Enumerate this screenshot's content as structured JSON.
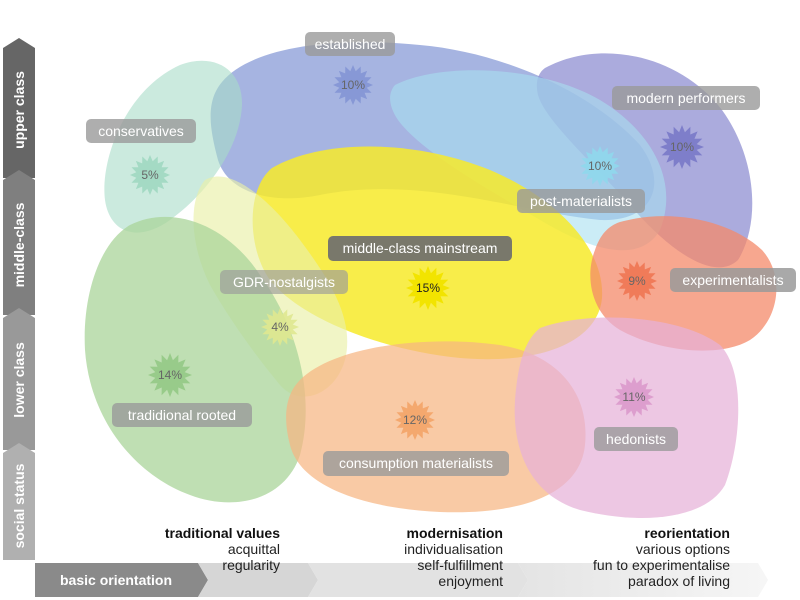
{
  "diagram": {
    "y_axis_levels": [
      {
        "label": "upper class"
      },
      {
        "label": "middle-class"
      },
      {
        "label": "lower class"
      },
      {
        "label": "social status"
      }
    ],
    "basic_orientation_label": "basic orientation",
    "orientations": [
      {
        "title": "traditional values",
        "lines": [
          "acquittal",
          "regularity"
        ]
      },
      {
        "title": "modernisation",
        "lines": [
          "individualisation",
          "self-fulfillment",
          "enjoyment"
        ]
      },
      {
        "title": "reorientation",
        "lines": [
          "various options",
          "fun to experimentalise",
          "paradox of living"
        ]
      }
    ],
    "milieus": [
      {
        "label": "established",
        "percent": "10%",
        "color": "#8497d6"
      },
      {
        "label": "conservatives",
        "percent": "5%",
        "color": "#a8dcc8"
      },
      {
        "label": "modern performers",
        "percent": "10%",
        "color": "#8a8ad0"
      },
      {
        "label": "post-materialists",
        "percent": "10%",
        "color": "#a9dff0"
      },
      {
        "label": "middle-class mainstream",
        "percent": "15%",
        "color": "#f7ea2a"
      },
      {
        "label": "GDR-nostalgists",
        "percent": "4%",
        "color": "#eaf0a8"
      },
      {
        "label": "experimentalists",
        "percent": "9%",
        "color": "#f48a6a"
      },
      {
        "label": "tradidional rooted",
        "percent": "14%",
        "color": "#a9d49a"
      },
      {
        "label": "consumption materialists",
        "percent": "12%",
        "color": "#f6b682"
      },
      {
        "label": "hedonists",
        "percent": "11%",
        "color": "#e6b2d8"
      }
    ]
  }
}
